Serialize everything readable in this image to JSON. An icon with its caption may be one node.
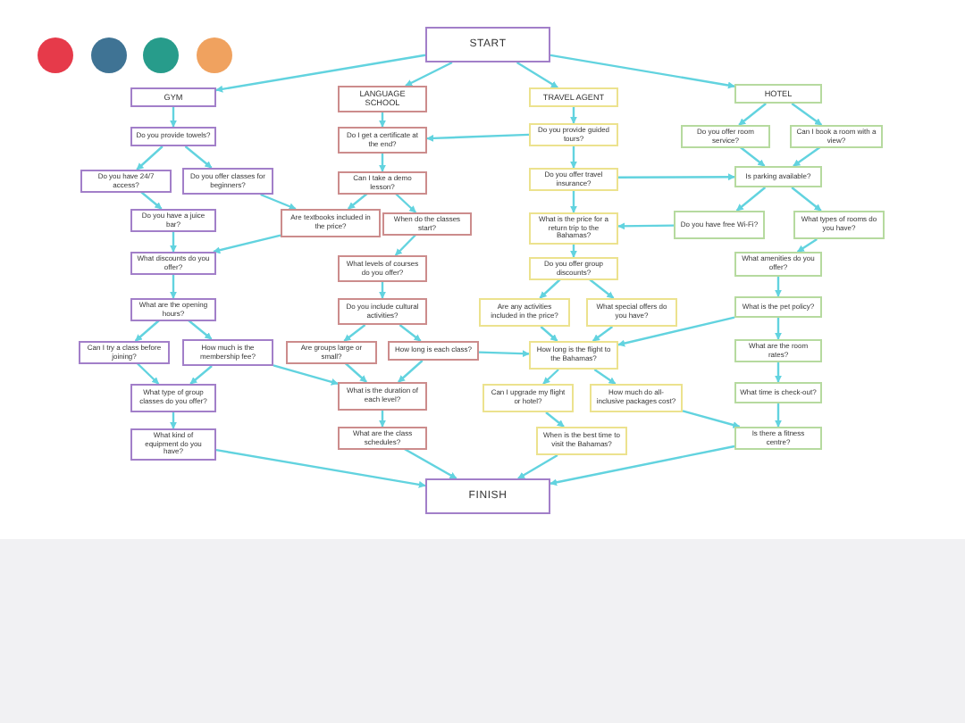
{
  "diagram": {
    "nodes": [
      {
        "text": [
          "START"
        ]
      },
      {
        "text": [
          "GYM"
        ]
      },
      {
        "text": [
          "LANGUAGE SCHOOL"
        ]
      },
      {
        "text": [
          "TRAVEL AGENT"
        ]
      },
      {
        "text": [
          "HOTEL"
        ]
      },
      {
        "text": [
          "Do you provide towels?"
        ]
      },
      {
        "text": [
          "Do you have 24/7 access?"
        ]
      },
      {
        "text": [
          "Do you offer classes for beginners?"
        ]
      },
      {
        "text": [
          "Do you have a juice bar?"
        ]
      },
      {
        "text": [
          "What discounts do you offer?"
        ]
      },
      {
        "text": [
          "What are the opening hours?"
        ]
      },
      {
        "text": [
          "Can I try a class before joining?"
        ]
      },
      {
        "text": [
          "How much is the membership fee?"
        ]
      },
      {
        "text": [
          "What type of group classes do you offer?"
        ]
      },
      {
        "text": [
          "What kind of equipment do you have?"
        ]
      },
      {
        "text": [
          "Do I get a certificate at the end?"
        ]
      },
      {
        "text": [
          "Can I take a demo lesson?"
        ]
      },
      {
        "text": [
          "Are textbooks included in the price?"
        ]
      },
      {
        "text": [
          "When do the classes start?"
        ]
      },
      {
        "text": [
          "What levels of courses do you offer?"
        ]
      },
      {
        "text": [
          "Do you include cultural activities?"
        ]
      },
      {
        "text": [
          "Are groups large or small?"
        ]
      },
      {
        "text": [
          "How long is each class?"
        ]
      },
      {
        "text": [
          "What is the duration of each level?"
        ]
      },
      {
        "text": [
          "What are the class schedules?"
        ]
      },
      {
        "text": [
          "Do you provide guided tours?"
        ]
      },
      {
        "text": [
          "Do you offer travel insurance?"
        ]
      },
      {
        "text": [
          "What is the price for a return trip to the Bahamas?"
        ]
      },
      {
        "text": [
          "Do you offer group discounts?"
        ]
      },
      {
        "text": [
          "Are any activities included in the price?"
        ]
      },
      {
        "text": [
          "What special offers do you have?"
        ]
      },
      {
        "text": [
          "How long is the flight to the Bahamas?"
        ]
      },
      {
        "text": [
          "Can I upgrade my flight or hotel?"
        ]
      },
      {
        "text": [
          "How much do all-inclusive packages cost?"
        ]
      },
      {
        "text": [
          "When is the best time to visit the Bahamas?"
        ]
      },
      {
        "text": [
          "Do you offer room service?"
        ]
      },
      {
        "text": [
          "Can I book a room with a view?"
        ]
      },
      {
        "text": [
          "Is parking available?"
        ]
      },
      {
        "text": [
          "Do you have free Wi-Fi?"
        ]
      },
      {
        "text": [
          "What types of rooms do you have?"
        ]
      },
      {
        "text": [
          "What amenities do you offer?"
        ]
      },
      {
        "text": [
          "What is the pet policy?"
        ]
      },
      {
        "text": [
          "What are the room rates?"
        ]
      },
      {
        "text": [
          "What time is check-out?"
        ]
      },
      {
        "text": [
          "Is there a fitness centre?"
        ]
      },
      {
        "text": [
          "FINISH"
        ]
      }
    ],
    "edges": [
      {
        "from": 0,
        "to": 1,
        "arrow": "to"
      },
      {
        "from": 0,
        "to": 2,
        "arrow": "to"
      },
      {
        "from": 0,
        "to": 3,
        "arrow": "to"
      },
      {
        "from": 0,
        "to": 4,
        "arrow": "to"
      },
      {
        "from": 1,
        "to": 5,
        "arrow": "to"
      },
      {
        "from": 5,
        "to": 6,
        "arrow": "to"
      },
      {
        "from": 5,
        "to": 7,
        "arrow": "to"
      },
      {
        "from": 6,
        "to": 8,
        "arrow": "to"
      },
      {
        "from": 7,
        "to": 17,
        "arrow": "to"
      },
      {
        "from": 8,
        "to": 9,
        "arrow": "to"
      },
      {
        "from": 17,
        "to": 9,
        "arrow": "to"
      },
      {
        "from": 9,
        "to": 10,
        "arrow": "to"
      },
      {
        "from": 10,
        "to": 11,
        "arrow": "to"
      },
      {
        "from": 10,
        "to": 12,
        "arrow": "to"
      },
      {
        "from": 11,
        "to": 13,
        "arrow": "to"
      },
      {
        "from": 12,
        "to": 13,
        "arrow": "to"
      },
      {
        "from": 12,
        "to": 23,
        "arrow": "to"
      },
      {
        "from": 13,
        "to": 14,
        "arrow": "to"
      },
      {
        "from": 14,
        "to": 45,
        "arrow": "to"
      },
      {
        "from": 2,
        "to": 15,
        "arrow": "to"
      },
      {
        "from": 15,
        "to": 16,
        "arrow": "to"
      },
      {
        "from": 16,
        "to": 17,
        "arrow": "to"
      },
      {
        "from": 16,
        "to": 18,
        "arrow": "to"
      },
      {
        "from": 18,
        "to": 19,
        "arrow": "to"
      },
      {
        "from": 19,
        "to": 20,
        "arrow": "to"
      },
      {
        "from": 20,
        "to": 21,
        "arrow": "to"
      },
      {
        "from": 20,
        "to": 22,
        "arrow": "to"
      },
      {
        "from": 21,
        "to": 23,
        "arrow": "to"
      },
      {
        "from": 22,
        "to": 23,
        "arrow": "to"
      },
      {
        "from": 22,
        "to": 31,
        "arrow": "to"
      },
      {
        "from": 23,
        "to": 24,
        "arrow": "to"
      },
      {
        "from": 24,
        "to": 45,
        "arrow": "to"
      },
      {
        "from": 3,
        "to": 25,
        "arrow": "to"
      },
      {
        "from": 25,
        "to": 15,
        "arrow": "to"
      },
      {
        "from": 25,
        "to": 26,
        "arrow": "to"
      },
      {
        "from": 26,
        "to": 37,
        "arrow": "to"
      },
      {
        "from": 26,
        "to": 27,
        "arrow": "to"
      },
      {
        "from": 27,
        "to": 28,
        "arrow": "to"
      },
      {
        "from": 28,
        "to": 29,
        "arrow": "to"
      },
      {
        "from": 28,
        "to": 30,
        "arrow": "to"
      },
      {
        "from": 29,
        "to": 31,
        "arrow": "to"
      },
      {
        "from": 30,
        "to": 31,
        "arrow": "to"
      },
      {
        "from": 31,
        "to": 32,
        "arrow": "to"
      },
      {
        "from": 31,
        "to": 33,
        "arrow": "to"
      },
      {
        "from": 32,
        "to": 34,
        "arrow": "to"
      },
      {
        "from": 33,
        "to": 44,
        "arrow": "to"
      },
      {
        "from": 34,
        "to": 45,
        "arrow": "to"
      },
      {
        "from": 4,
        "to": 35,
        "arrow": "to"
      },
      {
        "from": 4,
        "to": 36,
        "arrow": "to"
      },
      {
        "from": 35,
        "to": 37,
        "arrow": "to"
      },
      {
        "from": 36,
        "to": 37,
        "arrow": "to"
      },
      {
        "from": 37,
        "to": 38,
        "arrow": "to"
      },
      {
        "from": 37,
        "to": 39,
        "arrow": "to"
      },
      {
        "from": 38,
        "to": 27,
        "arrow": "to"
      },
      {
        "from": 39,
        "to": 40,
        "arrow": "to"
      },
      {
        "from": 40,
        "to": 41,
        "arrow": "to"
      },
      {
        "from": 41,
        "to": 31,
        "arrow": "to"
      },
      {
        "from": 41,
        "to": 42,
        "arrow": "to"
      },
      {
        "from": 42,
        "to": 43,
        "arrow": "to"
      },
      {
        "from": 43,
        "to": 44,
        "arrow": "to"
      },
      {
        "from": 44,
        "to": 45,
        "arrow": "to"
      }
    ]
  }
}
